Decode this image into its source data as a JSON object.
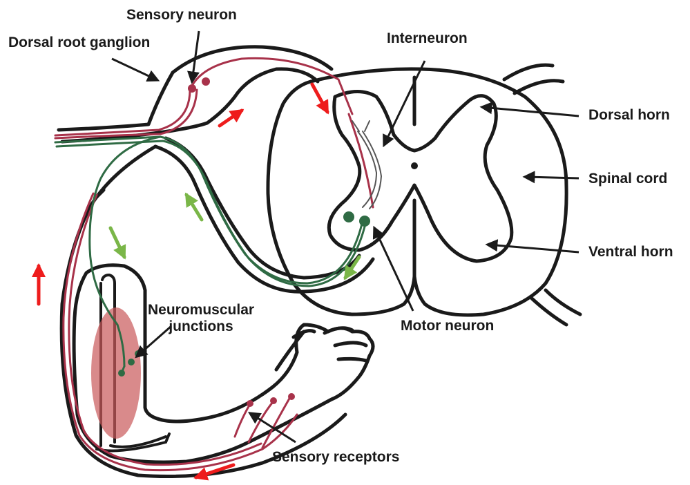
{
  "labels": {
    "sensory_neuron": "Sensory neuron",
    "dorsal_root_ganglion": "Dorsal root ganglion",
    "interneuron": "Interneuron",
    "dorsal_horn": "Dorsal horn",
    "spinal_cord": "Spinal cord",
    "ventral_horn": "Ventral horn",
    "motor_neuron": "Motor neuron",
    "neuromuscular_junctions": "Neuromuscular\njunctions",
    "sensory_receptors": "Sensory receptors"
  },
  "colors": {
    "outline": "#1a1a1a",
    "sensory_pathway": "#a8324a",
    "motor_pathway": "#2f6b44",
    "sensory_arrow": "#ee1c1c",
    "motor_arrow": "#7ab648",
    "muscle": "#c9585a"
  }
}
